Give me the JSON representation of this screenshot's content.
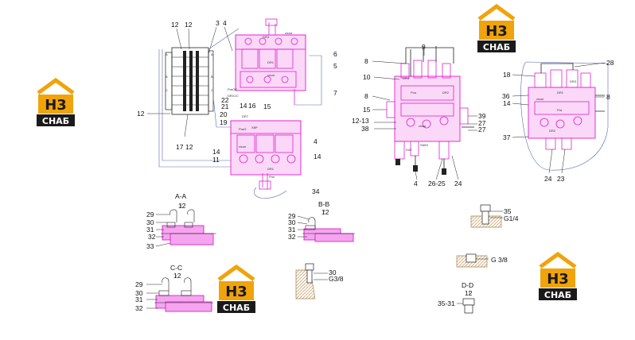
{
  "logo": {
    "top_text": "H3",
    "bottom_text": "CHAБ",
    "color": "#f0a30a",
    "dark": "#1a1a1a"
  },
  "colors": {
    "part": "#e020d0",
    "part_fill": "#f3a6ee",
    "line": "#1a1a1a",
    "hose": "#5a6ab0"
  },
  "sections": {
    "aa": {
      "title": "A-A",
      "size": "12"
    },
    "bb": {
      "title": "B-B",
      "size": "12"
    },
    "cc": {
      "title": "C-C",
      "size": "12"
    },
    "dd": {
      "title": "D-D",
      "size": "12"
    }
  },
  "callouts": {
    "v1_top_12a": "12",
    "v1_top_12b": "12",
    "v1_top_3": "3",
    "v1_top_4": "4",
    "v1_6": "6",
    "v1_5": "5",
    "v1_7": "7",
    "v1_22": "22",
    "v1_21": "21",
    "v1_14a": "14",
    "v1_16": "16",
    "v1_15": "15",
    "v1_20": "20",
    "v1_19": "19",
    "v1_12_left": "12",
    "v1_17": "17",
    "v1_12_bot": "12",
    "v1_4b": "4",
    "v1_14b": "14",
    "v1_11": "11",
    "v1_14c": "14",
    "v1_34": "34",
    "v2_9": "9",
    "v2_8a": "8",
    "v2_10": "10",
    "v2_8b": "8",
    "v2_15": "15",
    "v2_1213": "12-13",
    "v2_38": "38",
    "v2_39": "39",
    "v2_27a": "27",
    "v2_27b": "27",
    "v2_4": "4",
    "v2_2625": "26-25",
    "v2_24": "24",
    "v3_28": "28",
    "v3_18": "18",
    "v3_36": "36",
    "v3_14": "14",
    "v3_8": "8",
    "v3_37": "37",
    "v3_24": "24",
    "v3_23": "23",
    "aa_29": "29",
    "aa_30": "30",
    "aa_31": "31",
    "aa_32": "32",
    "aa_33": "33",
    "bb_29": "29",
    "bb_30": "30",
    "bb_31": "31",
    "bb_32": "32",
    "cc_29": "29",
    "cc_30": "30",
    "cc_31": "31",
    "cc_32": "32",
    "plug_30": "30",
    "plug_g38a": "G3/8",
    "plug_35": "35",
    "plug_g14": "G1/4",
    "plug_g38b": "G 3/8",
    "dd_3531": "35-31"
  }
}
